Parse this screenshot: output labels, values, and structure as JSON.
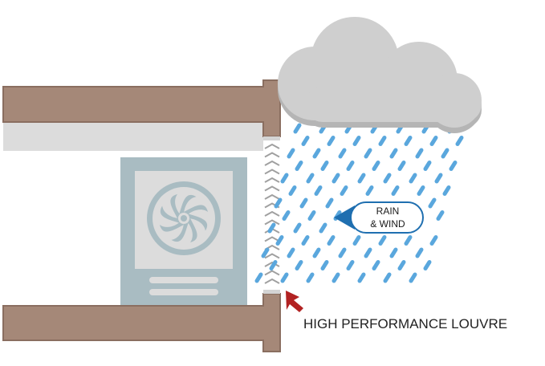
{
  "diagram": {
    "callout": {
      "line1": "RAIN",
      "line2": "& WIND"
    },
    "caption": "HIGH PERFORMANCE LOUVRE"
  },
  "colors": {
    "slab": "#a58878",
    "slab_stroke": "#8a6e60",
    "ceiling": "#dcdcdc",
    "unit": "#a9bcc2",
    "unit_panel": "#dcdcdc",
    "fan": "#a9bcc2",
    "cloud": "#cfcfcf",
    "cloud_shadow": "#b5b5b5",
    "rain": "#5aa7dd",
    "callout_arrow": "#1f6fb0",
    "callout_border": "#1f6fb0",
    "pointer_arrow": "#b22222",
    "louvre": "#a0a0a0"
  },
  "icons": [
    "fan-icon",
    "cloud-icon",
    "arrow-left-icon",
    "arrow-pointer-icon"
  ]
}
